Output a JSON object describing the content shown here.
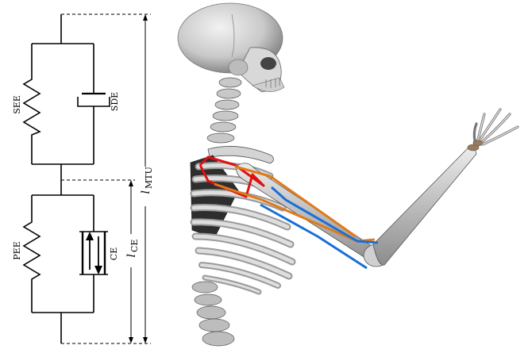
{
  "diagram": {
    "labels": {
      "see": "SEE",
      "sde": "SDE",
      "pee": "PEE",
      "ce": "CE",
      "l_mtu_main": "l",
      "l_mtu_sub": "MTU",
      "l_ce_main": "l",
      "l_ce_sub": "CE"
    },
    "colors": {
      "line": "#000000",
      "bone_light": "#e6e6e6",
      "bone_mid": "#b5b5b5",
      "bone_dark": "#5a5a5a",
      "muscle_red": "#e01010",
      "muscle_orange": "#e07a1a",
      "muscle_blue": "#1a6fd6"
    },
    "illustration": "skeleton-arm-muscle-model"
  }
}
